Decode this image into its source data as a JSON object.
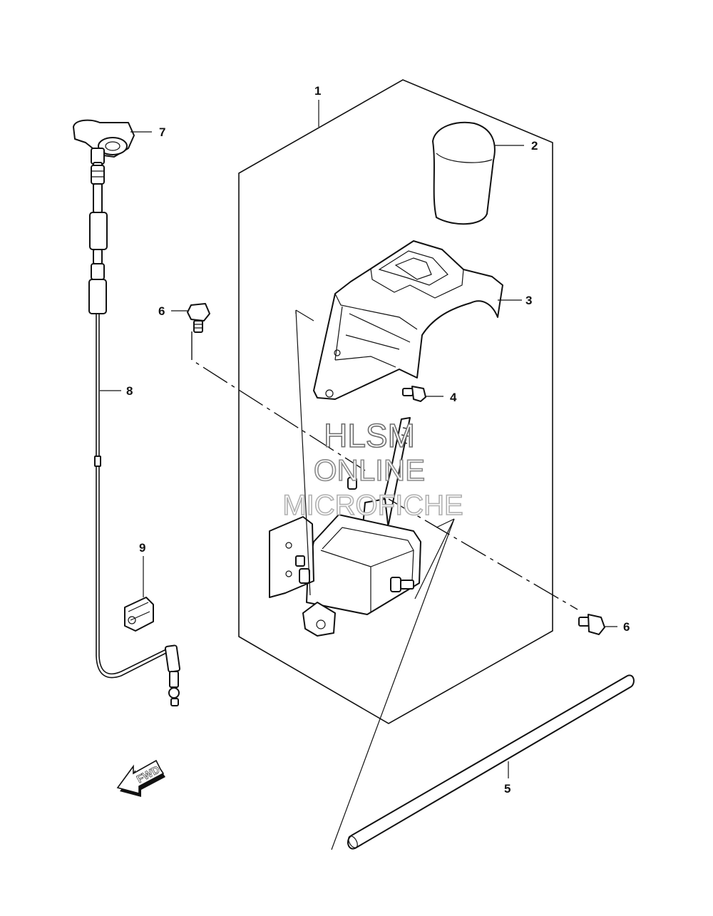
{
  "callouts": {
    "c1": "1",
    "c2": "2",
    "c3": "3",
    "c4": "4",
    "c5": "5",
    "c6a": "6",
    "c6b": "6",
    "c7": "7",
    "c8": "8",
    "c9": "9"
  },
  "watermark": {
    "line1": "HLSM",
    "line2": "ONLINE",
    "line3": "MICROFICHE"
  },
  "direction_arrow": {
    "label": "FWD"
  },
  "colors": {
    "ink": "#111111",
    "background": "#ffffff",
    "watermark_outline": "#9a9a9a"
  }
}
